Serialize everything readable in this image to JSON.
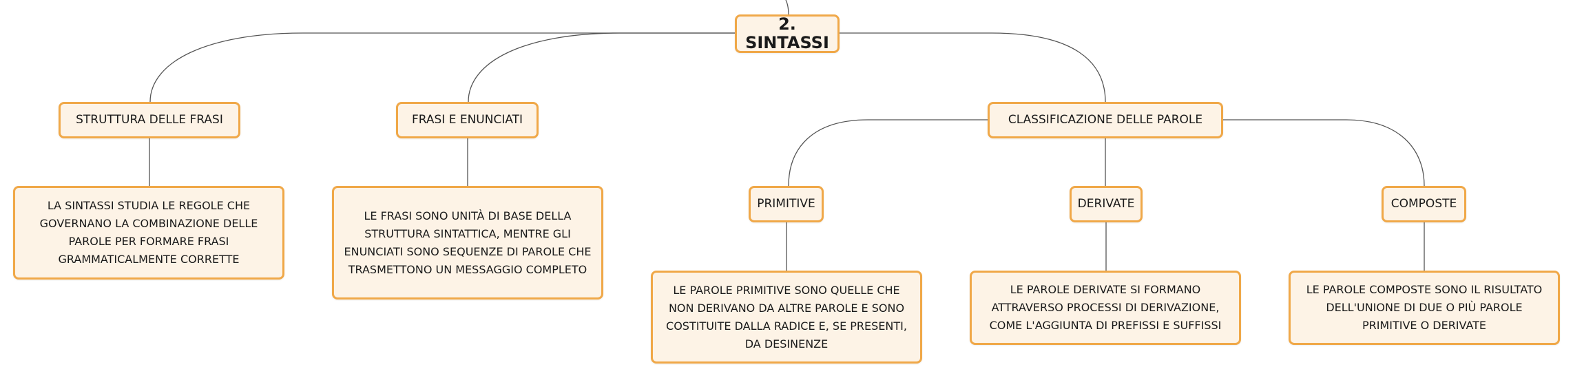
{
  "root": {
    "label": "2. SINTASSI"
  },
  "branches": [
    {
      "label": "STRUTTURA DELLE FRASI",
      "description": "LA SINTASSI STUDIA LE REGOLE CHE\nGOVERNANO LA COMBINAZIONE DELLE\nPAROLE PER FORMARE FRASI\nGRAMMATICALMENTE CORRETTE"
    },
    {
      "label": "FRASI E ENUNCIATI",
      "description": "LE FRASI SONO UNITÀ DI BASE DELLA\nSTRUTTURA SINTATTICA, MENTRE GLI\nENUNCIATI SONO SEQUENZE DI PAROLE CHE\nTRASMETTONO UN MESSAGGIO COMPLETO"
    },
    {
      "label": "CLASSIFICAZIONE DELLE PAROLE",
      "children": [
        {
          "label": "PRIMITIVE",
          "description": "LE PAROLE PRIMITIVE SONO QUELLE CHE\nNON DERIVANO DA ALTRE PAROLE E SONO\nCOSTITUITE DALLA RADICE E, SE PRESENTI,\nDA DESINENZE"
        },
        {
          "label": "DERIVATE",
          "description": "LE PAROLE DERIVATE SI FORMANO\nATTRAVERSO PROCESSI DI DERIVAZIONE,\nCOME L'AGGIUNTA DI PREFISSI E SUFFISSI"
        },
        {
          "label": "COMPOSTE",
          "description": "LE PAROLE COMPOSTE SONO IL RISULTATO\nDELL'UNIONE DI DUE O PIÙ PAROLE\nPRIMITIVE O DERIVATE"
        }
      ]
    }
  ]
}
